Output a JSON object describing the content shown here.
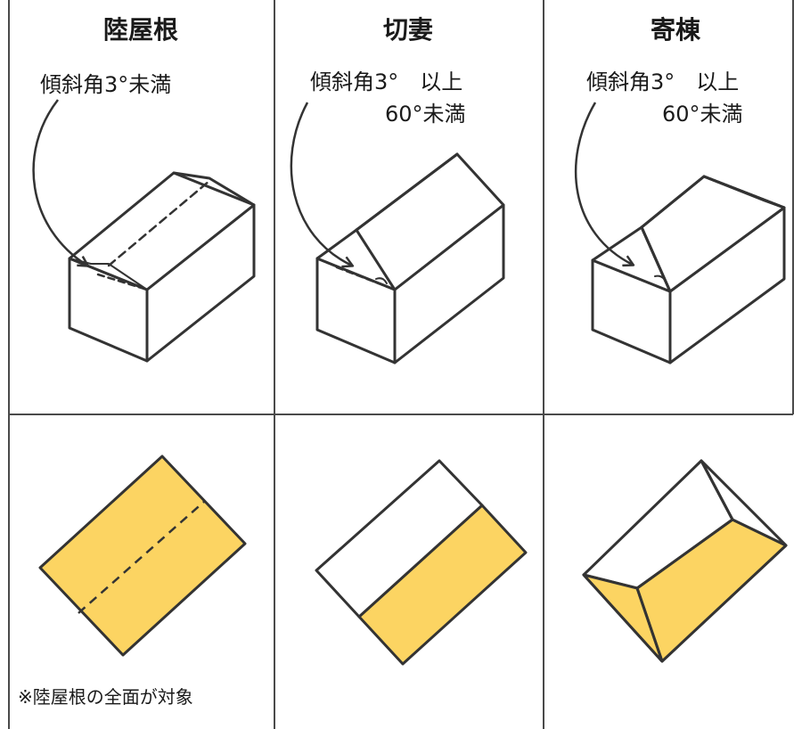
{
  "columns": [
    {
      "title": "陸屋根",
      "angle_lines": [
        "傾斜角3°未満"
      ],
      "note": "※陸屋根の全面が対象"
    },
    {
      "title": "切妻",
      "angle_lines": [
        "傾斜角3°　以上",
        "60°未満"
      ],
      "note": ""
    },
    {
      "title": "寄棟",
      "angle_lines": [
        "傾斜角3°　以上",
        "60°未満"
      ],
      "note": ""
    }
  ],
  "colors": {
    "line": "#333333",
    "highlight": "#fcd462",
    "background": "#ffffff"
  }
}
